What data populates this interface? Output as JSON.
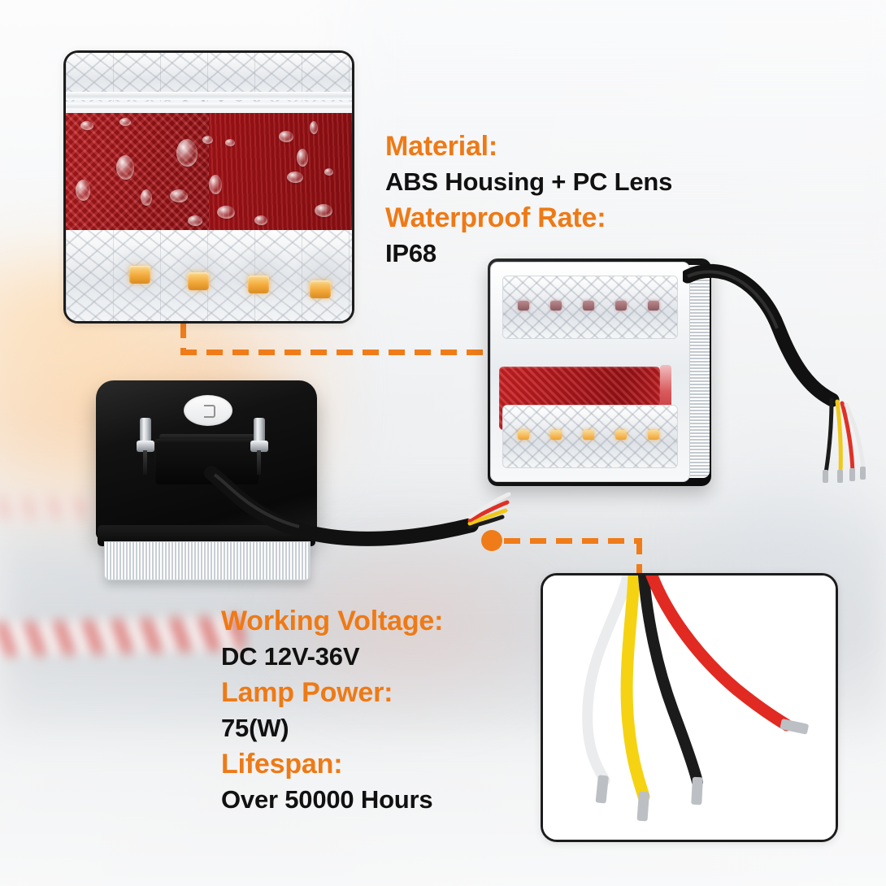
{
  "page": {
    "title": "LED Trailer Tail Light Specification Infographic",
    "accent_color": "#ee7a16",
    "text_color": "#111111",
    "background_color": "#f2f3f4"
  },
  "specs_top": {
    "items": [
      {
        "key": "Material:",
        "value": "ABS Housing + PC Lens"
      },
      {
        "key": "Waterproof Rate:",
        "value": "IP68"
      }
    ]
  },
  "specs_bottom": {
    "items": [
      {
        "key": "Working Voltage:",
        "value": "DC 12V-36V"
      },
      {
        "key": "Lamp Power:",
        "value": "75(W)"
      },
      {
        "key": "Lifespan:",
        "value": "Over 50000 Hours"
      }
    ]
  },
  "callouts": [
    {
      "name": "reflector-macro",
      "subject": "red reflector lens close-up with water droplets and amber LEDs",
      "leader_color": "#ef7c19"
    },
    {
      "name": "wire-harness",
      "subject": "four stripped pigtail wires",
      "leader_color": "#ef7c19"
    }
  ],
  "product": {
    "front_view": {
      "name": "led-tail-light-front",
      "reflector_color": "#b3181c",
      "led_rows": [
        {
          "position": "top",
          "count": 5,
          "color": "#8d5a5f"
        },
        {
          "position": "bottom",
          "count": 5,
          "color": "#f0a233"
        }
      ]
    },
    "back_view": {
      "name": "led-tail-light-back",
      "housing_color": "#111111",
      "bolt_count": 2
    },
    "harness": {
      "wire_colors": [
        "#ffffff",
        "#f5d312",
        "#1b1b1b",
        "#e12a22"
      ],
      "wire_labels": [
        "white",
        "yellow",
        "black",
        "red"
      ],
      "count": 4
    }
  }
}
